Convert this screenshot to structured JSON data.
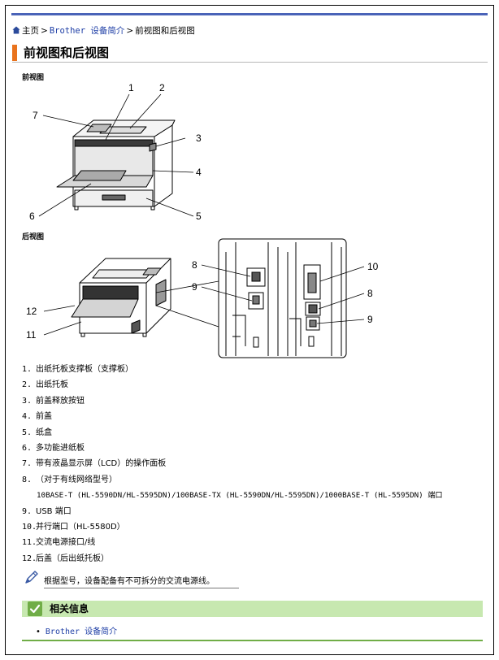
{
  "breadcrumb": {
    "home": "主页",
    "separator": ">",
    "link": "Brother 设备简介",
    "current": "前视图和后视图"
  },
  "page_title": "前视图和后视图",
  "front_view": {
    "heading": "前视图",
    "callouts": [
      "1",
      "2",
      "3",
      "4",
      "5",
      "6",
      "7"
    ]
  },
  "rear_view": {
    "heading": "后视图",
    "callouts": [
      "8",
      "9",
      "10",
      "11",
      "12"
    ],
    "inset_callouts_left": [
      "8",
      "9"
    ],
    "inset_callouts_right": [
      "10",
      "8",
      "9"
    ]
  },
  "parts": [
    {
      "num": "1.",
      "text": "出纸托板支撑板（支撑板）"
    },
    {
      "num": "2.",
      "text": "出纸托板"
    },
    {
      "num": "3.",
      "text": "前盖释放按钮"
    },
    {
      "num": "4.",
      "text": "前盖"
    },
    {
      "num": "5.",
      "text": "纸盒"
    },
    {
      "num": "6.",
      "text": "多功能进纸板"
    },
    {
      "num": "7.",
      "text": "带有液晶显示屏（LCD）的操作面板"
    },
    {
      "num": "8.",
      "text": "（对于有线网络型号）"
    },
    {
      "num": "",
      "text": "10BASE-T (HL-5590DN/HL-5595DN)/100BASE-TX (HL-5590DN/HL-5595DN)/1000BASE-T (HL-5595DN) 端口"
    },
    {
      "num": "9.",
      "text": "USB 端口"
    },
    {
      "num": "10.",
      "text": "并行端口（HL-5580D）"
    },
    {
      "num": "11.",
      "text": "交流电源接口/线"
    },
    {
      "num": "12.",
      "text": "后盖（后出纸托板）"
    }
  ],
  "note": {
    "icon": "pencil-icon",
    "text": "根据型号，设备配备有不可拆分的交流电源线。"
  },
  "related": {
    "icon": "check-icon",
    "title": "相关信息",
    "link": "Brother 设备简介"
  },
  "colors": {
    "top_rule": "#4a63b8",
    "title_accent": "#e9731d",
    "related_bar": "#c7e8b0",
    "related_check": "#70ad47",
    "link": "#1f3fa6"
  }
}
